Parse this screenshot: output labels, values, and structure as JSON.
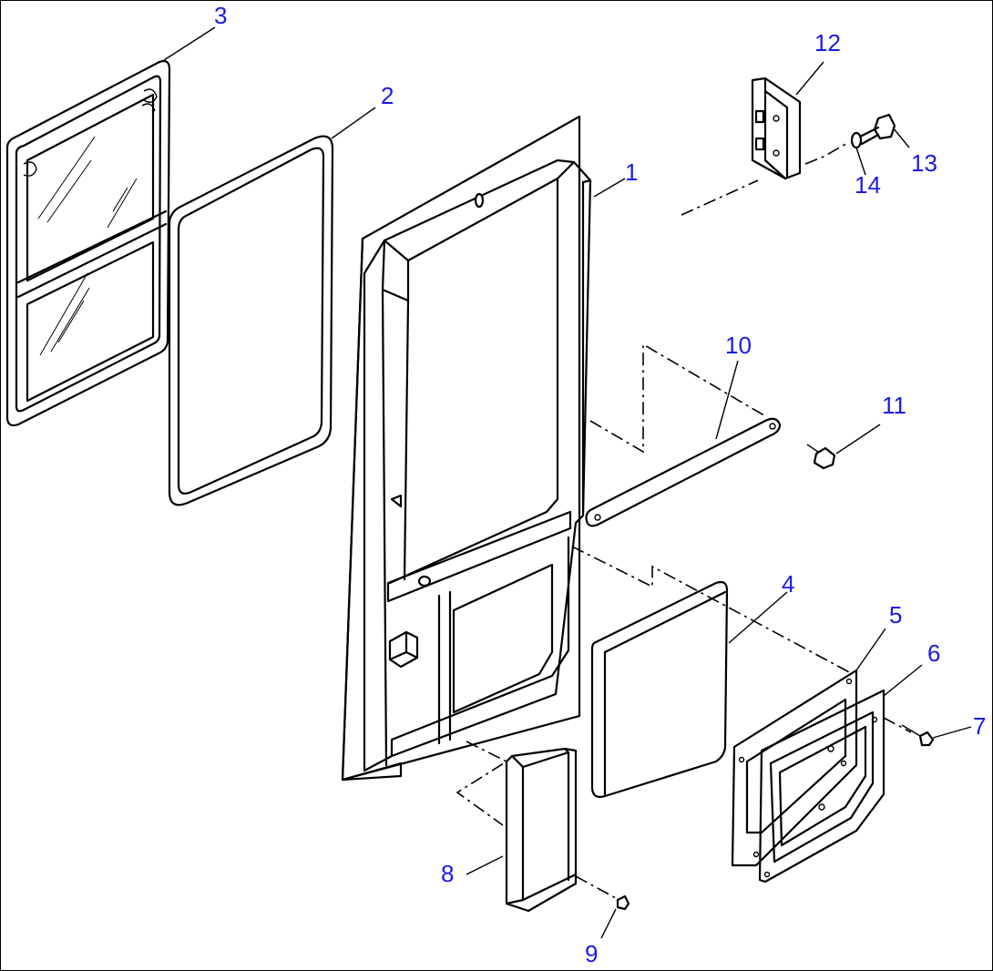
{
  "colors": {
    "label": "#1a1ae6",
    "line": "#000000",
    "background": "#ffffff"
  },
  "callouts": [
    {
      "id": "1",
      "text": "1"
    },
    {
      "id": "2",
      "text": "2"
    },
    {
      "id": "3",
      "text": "3"
    },
    {
      "id": "4",
      "text": "4"
    },
    {
      "id": "5",
      "text": "5"
    },
    {
      "id": "6",
      "text": "6"
    },
    {
      "id": "7",
      "text": "7"
    },
    {
      "id": "8",
      "text": "8"
    },
    {
      "id": "9",
      "text": "9"
    },
    {
      "id": "10",
      "text": "10"
    },
    {
      "id": "11",
      "text": "11"
    },
    {
      "id": "12",
      "text": "12"
    },
    {
      "id": "13",
      "text": "13"
    },
    {
      "id": "14",
      "text": "14"
    }
  ]
}
